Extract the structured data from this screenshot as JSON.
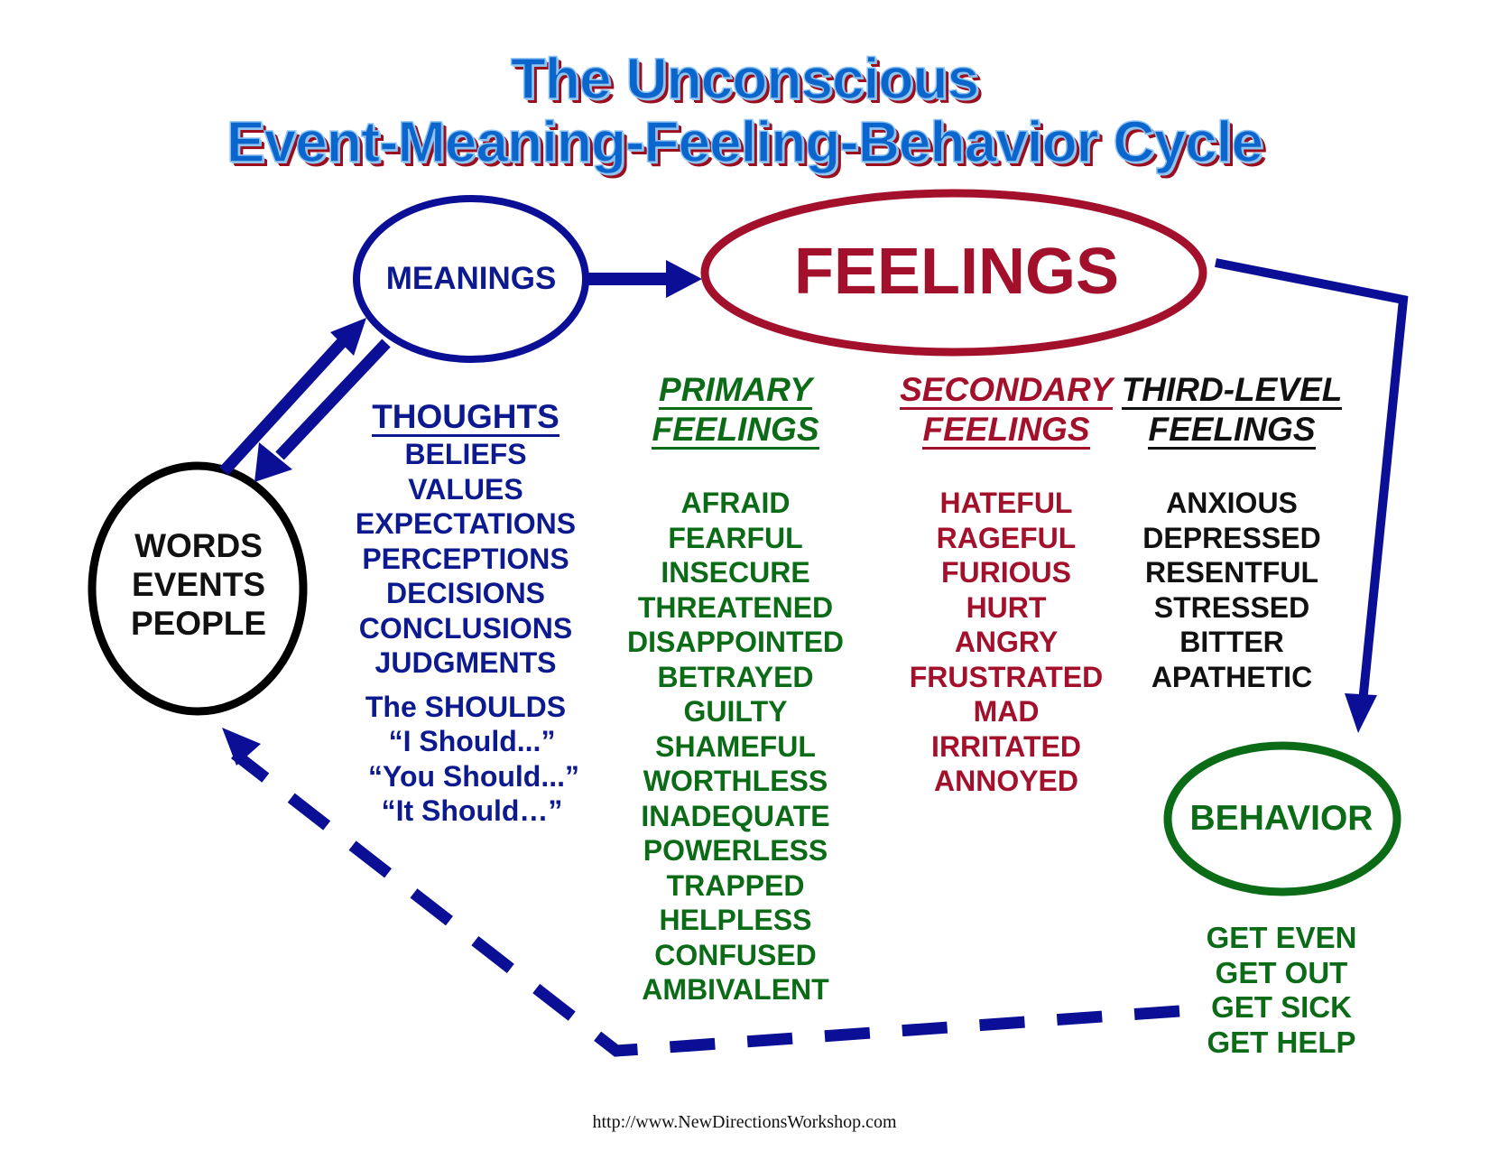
{
  "title": {
    "line1": "The Unconscious",
    "line2": "Event-Meaning-Feeling-Behavior Cycle"
  },
  "nodes": {
    "events": {
      "lines": [
        "WORDS",
        "EVENTS",
        "PEOPLE"
      ],
      "color": "#111111"
    },
    "meanings": {
      "label": "MEANINGS",
      "color": "#0d1a8f"
    },
    "feelings": {
      "label": "FEELINGS",
      "color": "#a3102b"
    },
    "behavior": {
      "label": "BEHAVIOR",
      "color": "#0b6b17"
    }
  },
  "thoughts": {
    "heading": "THOUGHTS",
    "items": [
      "BELIEFS",
      "VALUES",
      "EXPECTATIONS",
      "PERCEPTIONS",
      "DECISIONS",
      "CONCLUSIONS",
      "JUDGMENTS"
    ],
    "shoulds_heading": "The SHOULDS",
    "shoulds": [
      "“I Should...”",
      "“You Should...”",
      "“It Should…”"
    ]
  },
  "feeling_columns": [
    {
      "heading_line1": "PRIMARY",
      "heading_line2": "FEELINGS",
      "color": "#0b6b17",
      "items": [
        "AFRAID",
        "FEARFUL",
        "INSECURE",
        "THREATENED",
        "DISAPPOINTED",
        "BETRAYED",
        "GUILTY",
        "SHAMEFUL",
        "WORTHLESS",
        "INADEQUATE",
        "POWERLESS",
        "TRAPPED",
        "HELPLESS",
        "CONFUSED",
        "AMBIVALENT"
      ]
    },
    {
      "heading_line1": "SECONDARY",
      "heading_line2": "FEELINGS",
      "color": "#a3102b",
      "items": [
        "HATEFUL",
        "RAGEFUL",
        "FURIOUS",
        "HURT",
        "ANGRY",
        "FRUSTRATED",
        "MAD",
        "IRRITATED",
        "ANNOYED"
      ]
    },
    {
      "heading_line1": "THIRD-LEVEL",
      "heading_line2": "FEELINGS",
      "color": "#111111",
      "items": [
        "ANXIOUS",
        "DEPRESSED",
        "RESENTFUL",
        "STRESSED",
        "BITTER",
        "APATHETIC"
      ]
    }
  ],
  "behaviors": [
    "GET EVEN",
    "GET OUT",
    "GET SICK",
    "GET HELP"
  ],
  "colors": {
    "arrow_blue": "#0a0f96",
    "title_blue": "#0a66cc",
    "title_shadow": "#9a0e1e"
  },
  "footer_url": "http://www.NewDirectionsWorkshop.com"
}
